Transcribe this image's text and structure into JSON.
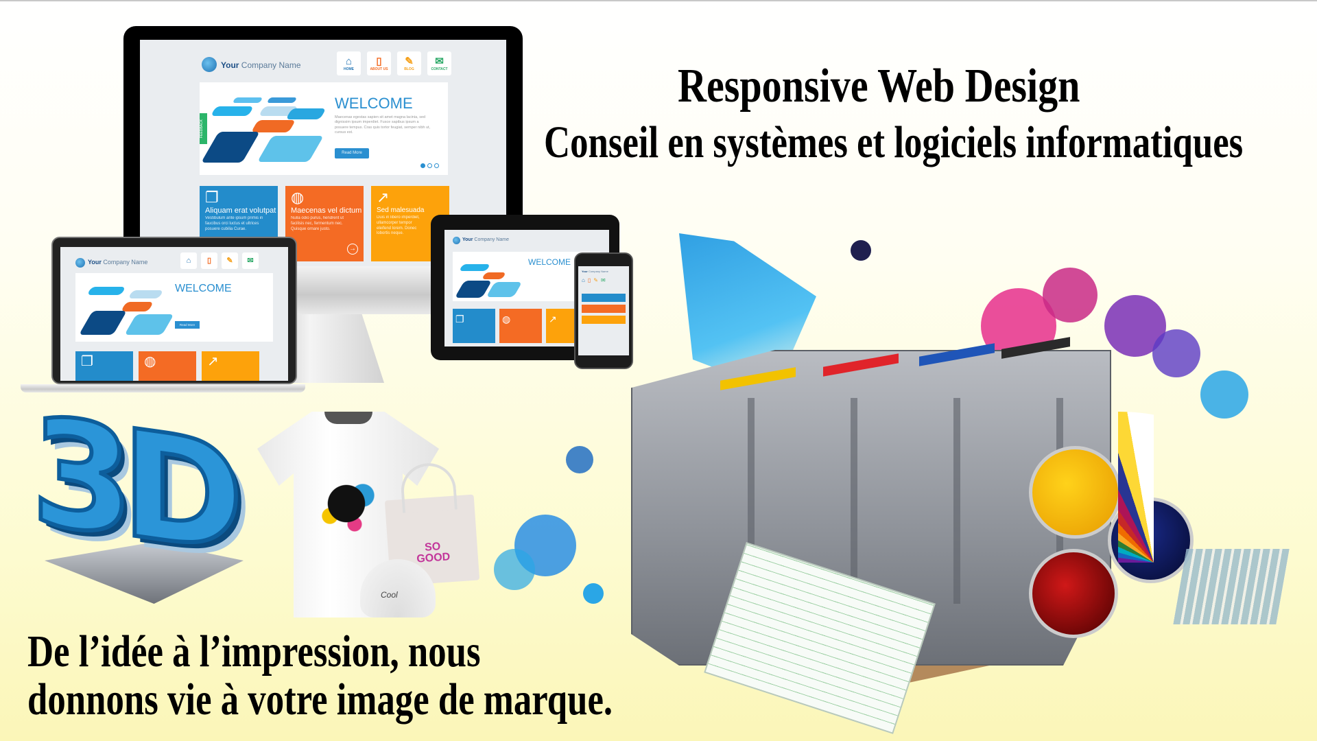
{
  "headline": {
    "title": "Responsive Web Design",
    "subtitle": "Conseil en systèmes et logiciels informatiques"
  },
  "tagline": {
    "line1": "De l’idée à l’impression, nous",
    "line2": "donnons vie à votre image de marque."
  },
  "mockup": {
    "logo_bold": "Your",
    "logo_light": " Company Name",
    "nav": [
      {
        "label": "HOME",
        "icon": "home-icon",
        "color": "#1f72b3"
      },
      {
        "label": "ABOUT US",
        "icon": "document-icon",
        "color": "#f26a21"
      },
      {
        "label": "BLOG",
        "icon": "edit-icon",
        "color": "#f5a01a"
      },
      {
        "label": "CONTACT",
        "icon": "contact-icon",
        "color": "#2aa866"
      }
    ],
    "welcome": "WELCOME",
    "welcome_text": "Maecenas egestas sapien sit amet magna lacinia, sed dignissim ipsum imperdiet. Fusce sapibus ipsum a posuere tempus. Cras quis tortor feugiat, semper nibh ut, cursus est.",
    "read_more": "Read More",
    "feedback": "FEEDBACK",
    "tiles": [
      {
        "title": "Aliquam erat volutpat",
        "text": "Vestibulum ante ipsum primis in faucibus orci luctus et ultrices posuere cubilia Curae.",
        "color": "#238ccb",
        "icon": "chat-icon"
      },
      {
        "title": "Maecenas vel dictum",
        "text": "Nulla odio purus, hendrerit ut facilisis nec, fermentum nec. Quisque ornare justo.",
        "color": "#f46b24",
        "icon": "globe-icon"
      },
      {
        "title": "Sed malesuada",
        "text": "Duis in libero imperdiet, ullamcorper tempor eleifend lorem. Donec lobortis neque.",
        "color": "#fda20b",
        "icon": "chart-icon"
      }
    ]
  },
  "products": {
    "cap_text": "Cool",
    "bag_text": "SO GOOD",
    "badge": "3D"
  }
}
